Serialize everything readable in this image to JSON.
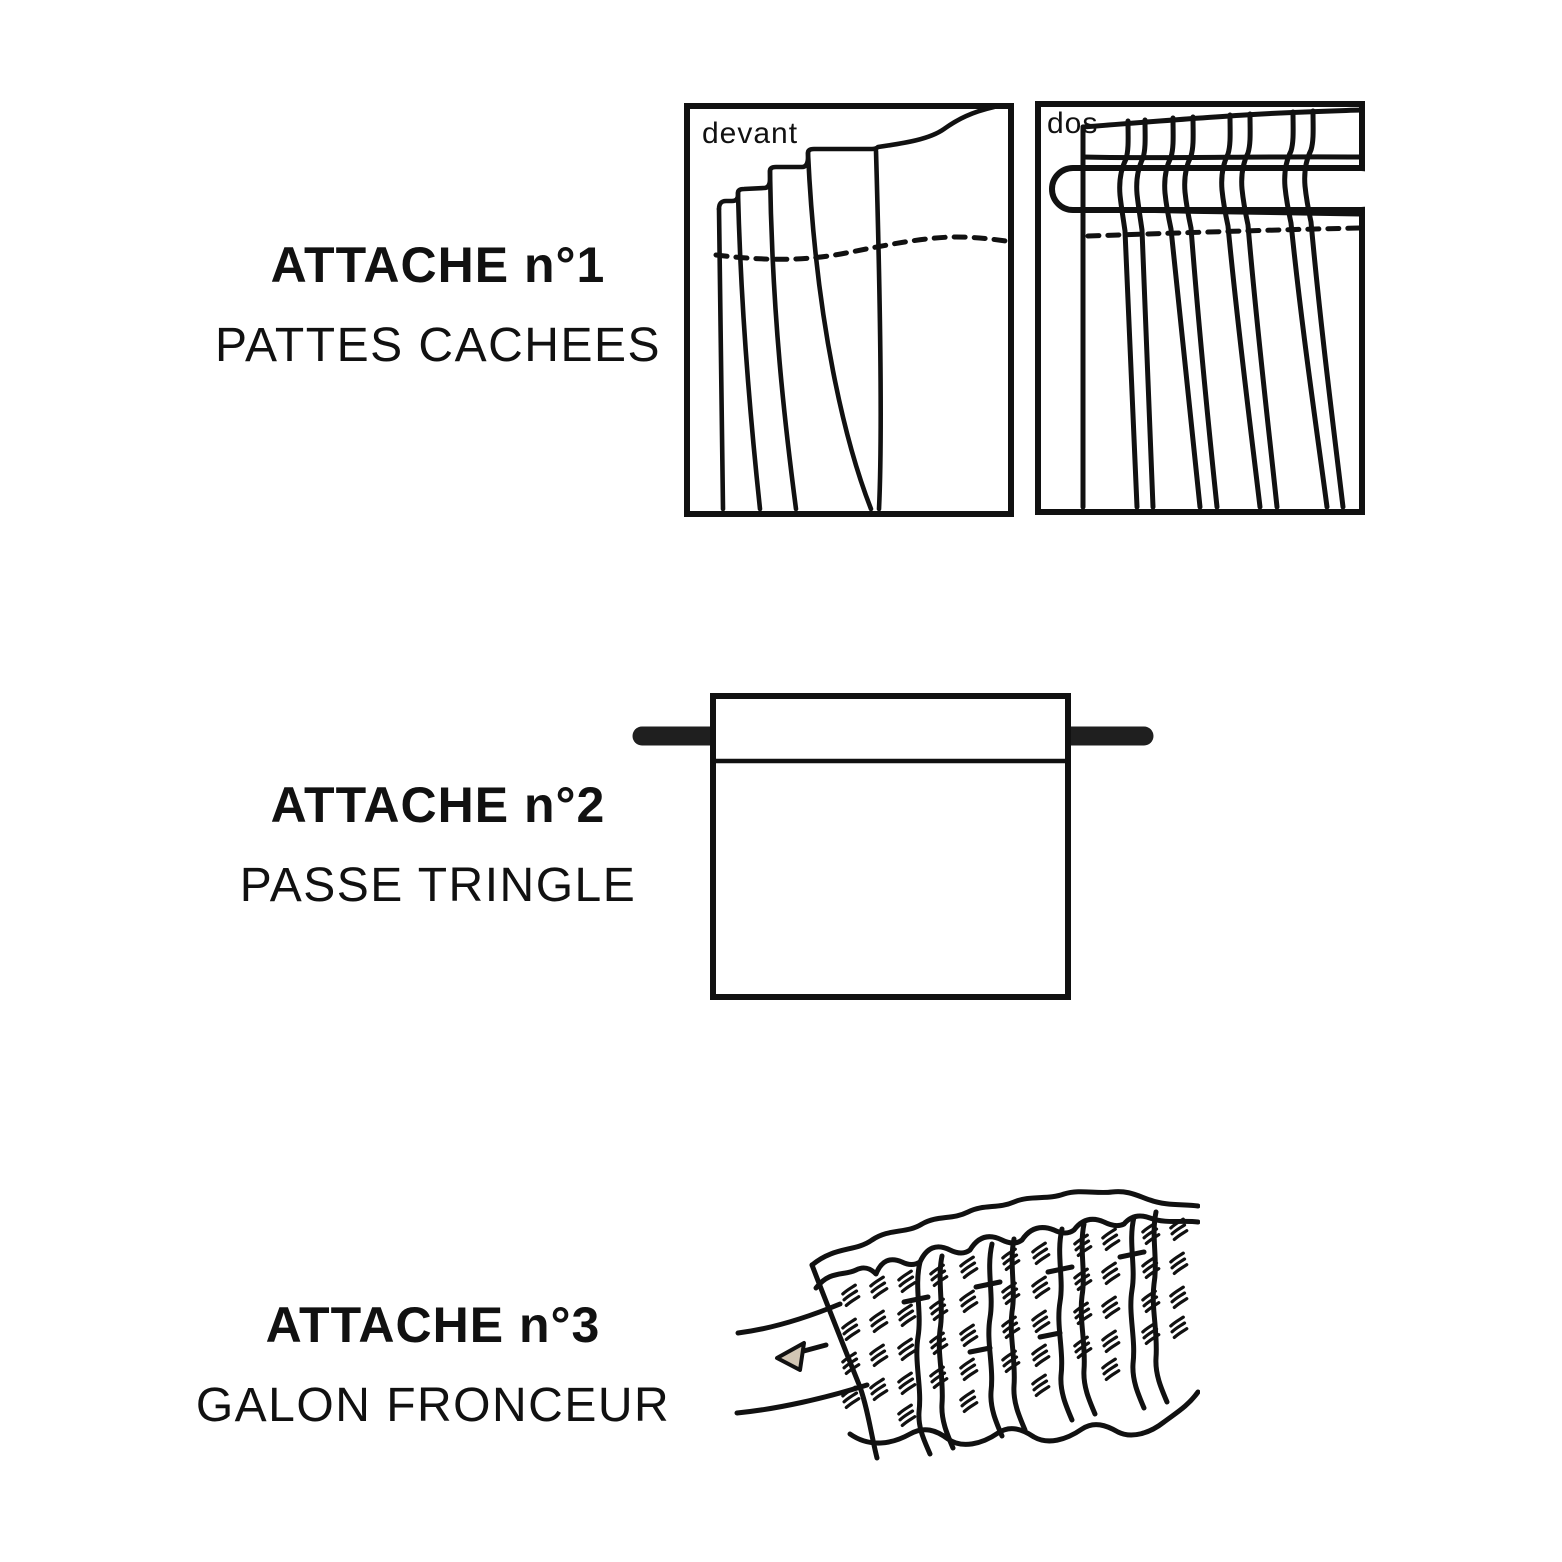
{
  "page": {
    "background": "#ffffff",
    "language": "fr",
    "description_labels_only": true
  },
  "colors": {
    "ink": "#111111",
    "rod_fill": "#1f1f1f",
    "arrow_fill": "#d2c6b4",
    "background": "#ffffff"
  },
  "sections": [
    {
      "title": "ATTACHE n°1",
      "subtitle": "PATTES CACHEES",
      "illustrations": [
        {
          "label": "devant",
          "kind": "curtain-front-pleats"
        },
        {
          "label": "dos",
          "kind": "curtain-back-hidden-tabs-on-rod"
        }
      ]
    },
    {
      "title": "ATTACHE n°2",
      "subtitle": "PASSE TRINGLE",
      "illustrations": [
        {
          "label": "",
          "kind": "rod-pocket-curtain-on-rod"
        }
      ]
    },
    {
      "title": "ATTACHE n°3",
      "subtitle": "GALON FRONCEUR",
      "illustrations": [
        {
          "label": "",
          "kind": "gathering-tape-with-pull-cord-arrow"
        }
      ]
    }
  ]
}
